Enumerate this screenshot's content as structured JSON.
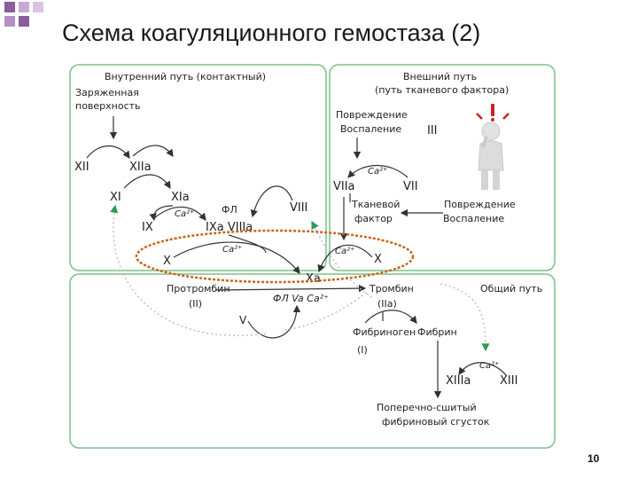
{
  "slide": {
    "title": "Схема коагуляционного гемостаза (2)",
    "page_number": "10"
  },
  "sections": {
    "intrinsic_title": "Внутренний путь (контактный)",
    "extrinsic_title_1": "Внешний путь",
    "extrinsic_title_2": "(путь тканевого фактора)",
    "common_title": "Общий путь"
  },
  "labels": {
    "charged_1": "Заряженная",
    "charged_2": "поверхность",
    "injury_top_1": "Повреждение",
    "injury_top_2": "Воспаление",
    "roman_three": "III",
    "injury_mid_1": "Повреждение",
    "injury_mid_2": "Воспаление",
    "tissue_factor_1": "Тканевой",
    "tissue_factor_2": "фактор",
    "prothrombin": "Протромбин",
    "prothrombin_num": "(II)",
    "thrombin": "Тромбин",
    "thrombin_num": "(IIa)",
    "fibrinogen": "Фибриноген",
    "fibrinogen_num": "(I)",
    "fibrin": "Фибрин",
    "clot_1": "Поперечно-сшитый",
    "clot_2": "фибриновый сгусток"
  },
  "factors": {
    "xii": "XII",
    "xiia": "XIIa",
    "xi": "XI",
    "xia": "XIa",
    "ix": "IX",
    "ixa_viiia": "IXa VIIIa",
    "fl_top": "ФЛ",
    "viii": "VIII",
    "x_left": "X",
    "xa": "Xa",
    "x_right": "X",
    "viia": "VIIa",
    "vii": "VII",
    "fl_va": "ФЛ Va Ca²⁺",
    "v": "V",
    "xiiia": "XIIIa",
    "xiii": "XIII"
  },
  "calcium": {
    "ca_ix": "Ca²⁺",
    "ca_x": "Ca²⁺",
    "ca_vii": "Ca²⁺",
    "ca_xr": "Ca²⁺",
    "ca_xiii": "Ca²⁺"
  },
  "colors": {
    "panel_border": "#7fbf8a",
    "highlight_ellipse": "#c8661a",
    "dotted_arrow": "#b8b8b8",
    "arrowhead_green": "#2e9a4e",
    "exclamation": "#cc2222",
    "deco_purple": "#8b5c9e"
  },
  "icons": [
    "thinking-person-icon",
    "exclamation-icon"
  ]
}
